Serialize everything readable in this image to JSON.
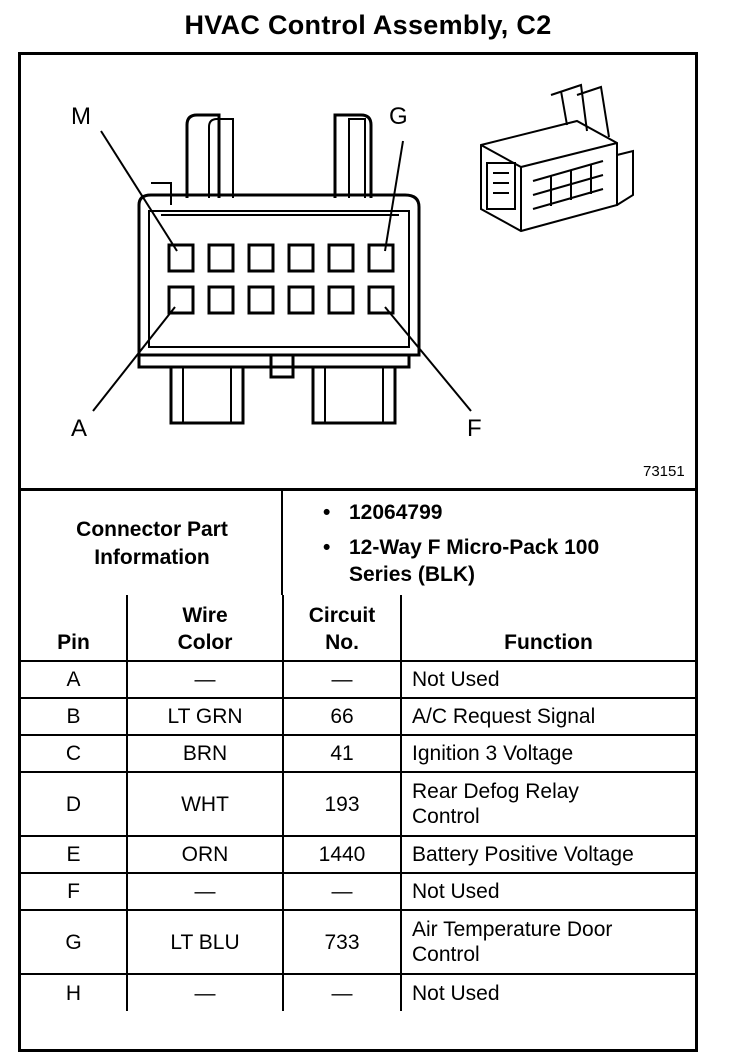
{
  "title": "HVAC Control Assembly, C2",
  "diagram": {
    "labels": {
      "M": "M",
      "G": "G",
      "A": "A",
      "F": "F"
    },
    "figure_number": "73151"
  },
  "connector": {
    "header": "Connector Part Information",
    "parts": [
      "12064799",
      "12-Way F Micro-Pack 100 Series (BLK)"
    ]
  },
  "table": {
    "headers": {
      "pin": "Pin",
      "wire_color": "Wire Color",
      "circuit": "Circuit No.",
      "function": "Function"
    },
    "rows": [
      {
        "pin": "A",
        "wire": "—",
        "circuit": "—",
        "function": "Not Used"
      },
      {
        "pin": "B",
        "wire": "LT GRN",
        "circuit": "66",
        "function": "A/C Request Signal"
      },
      {
        "pin": "C",
        "wire": "BRN",
        "circuit": "41",
        "function": "Ignition 3 Voltage"
      },
      {
        "pin": "D",
        "wire": "WHT",
        "circuit": "193",
        "function": "Rear Defog Relay Control"
      },
      {
        "pin": "E",
        "wire": "ORN",
        "circuit": "1440",
        "function": "Battery Positive Voltage"
      },
      {
        "pin": "F",
        "wire": "—",
        "circuit": "—",
        "function": "Not Used"
      },
      {
        "pin": "G",
        "wire": "LT BLU",
        "circuit": "733",
        "function": "Air Temperature Door Control"
      },
      {
        "pin": "H",
        "wire": "—",
        "circuit": "—",
        "function": "Not Used"
      }
    ]
  }
}
